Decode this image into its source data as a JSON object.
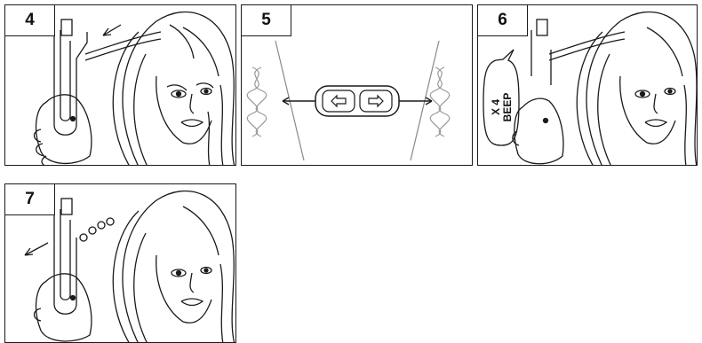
{
  "panels": [
    {
      "step": "4"
    },
    {
      "step": "5"
    },
    {
      "step": "6",
      "callout_line1": "X 4",
      "callout_line2": "BEEP"
    },
    {
      "step": "7"
    }
  ],
  "colors": {
    "line": "#1a1a1a",
    "background": "#ffffff"
  },
  "icons": [
    "left-arrow-button-icon",
    "right-arrow-button-icon"
  ]
}
